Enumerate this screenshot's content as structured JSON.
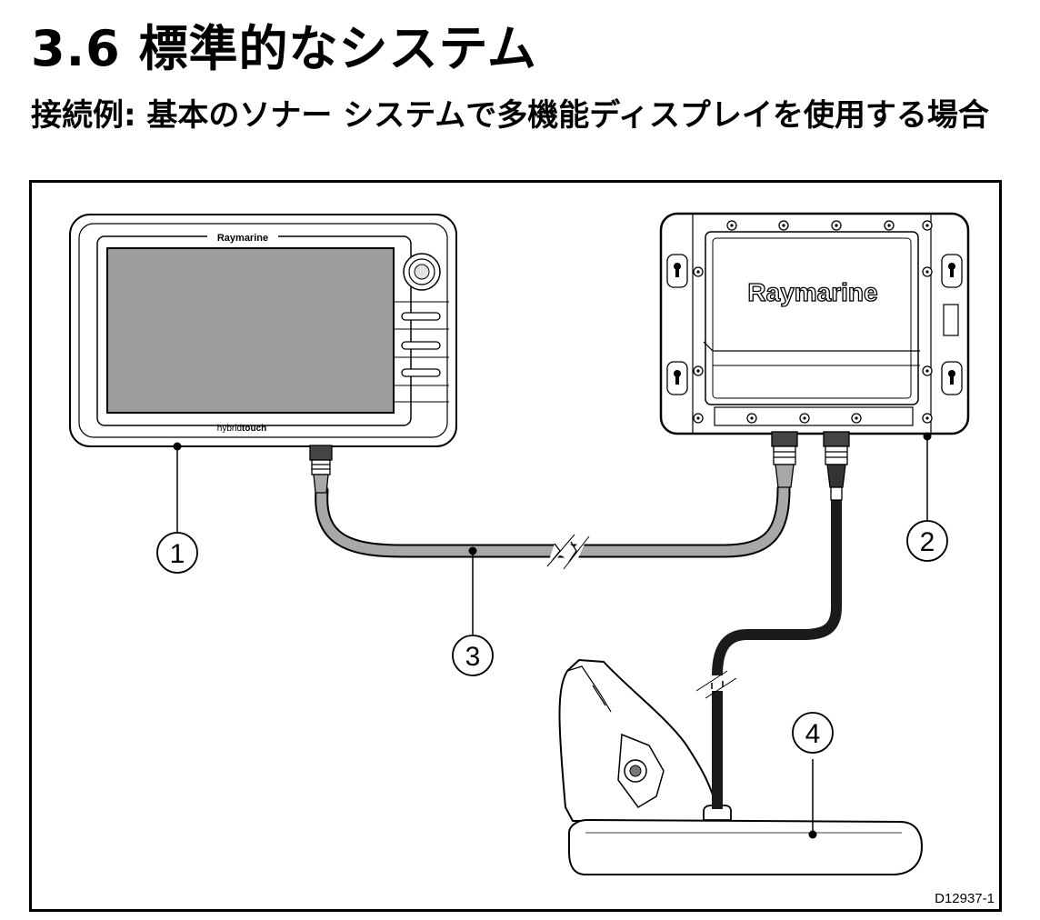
{
  "heading": {
    "title": "3.6 標準的なシステム",
    "subtitle": "接続例: 基本のソナー システムで多機能ディスプレイを使用する場合"
  },
  "figure": {
    "reference": "D12937-1",
    "callouts": [
      "1",
      "2",
      "3",
      "4"
    ],
    "display_brand": "Raymarine",
    "display_subbrand_light": "hybrid",
    "display_subbrand_bold": "touch",
    "module_brand": "Raymarine"
  },
  "colors": {
    "cable_grey": "#a8a8a8",
    "cable_black": "#1a1a1a",
    "outline": "#000000"
  },
  "icons": [
    "screw-icon",
    "keyhole-icon",
    "rotary-knob-icon",
    "break-mark-icon"
  ]
}
